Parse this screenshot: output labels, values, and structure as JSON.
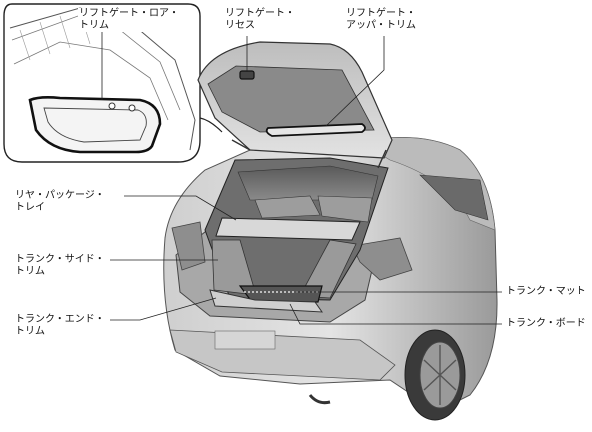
{
  "labels": {
    "liftgate_lower_trim": [
      "リフトゲート・ロア・",
      "トリム"
    ],
    "liftgate_recess": [
      "リフトゲート・",
      "リセス"
    ],
    "liftgate_upper_trim": [
      "リフトゲート・",
      "アッパ・トリム"
    ],
    "rear_package_tray": [
      "リヤ・パッケージ・",
      "トレイ"
    ],
    "trunk_side_trim": [
      "トランク・サイド・",
      "トリム"
    ],
    "trunk_mat": [
      "トランク・マット"
    ],
    "trunk_end_trim": [
      "トランク・エンド・",
      "トリム"
    ],
    "trunk_board": [
      "トランク・ボード"
    ]
  }
}
